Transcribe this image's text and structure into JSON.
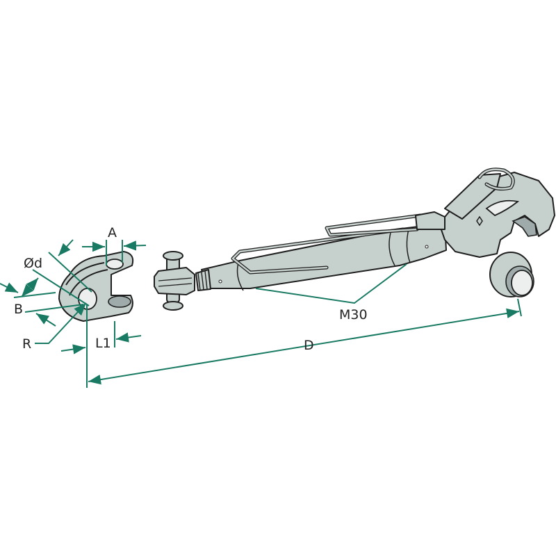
{
  "labels": {
    "A": "A",
    "diameter_d": "Ød",
    "B": "B",
    "R": "R",
    "L1": "L1",
    "D": "D",
    "thread": "M30"
  },
  "colors": {
    "dimension_line": "#187a62",
    "part_fill": "#c6d0cd",
    "outline": "#1e1e1e"
  }
}
